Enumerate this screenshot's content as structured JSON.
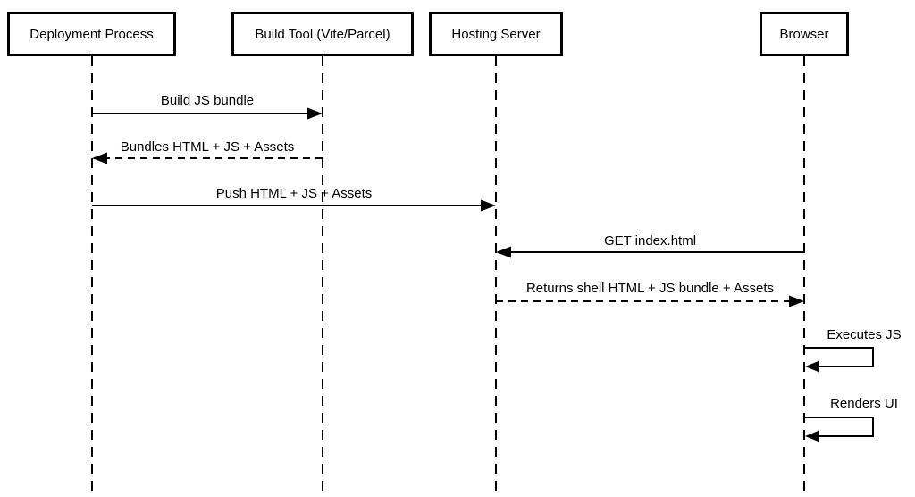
{
  "diagram": {
    "type": "uml-sequence-diagram",
    "background_color": "#ffffff",
    "line_color": "#000000",
    "text_color": "#000000"
  },
  "participants": [
    {
      "label": "Deployment Process"
    },
    {
      "label": "Build Tool (Vite/Parcel)"
    },
    {
      "label": "Hosting Server"
    },
    {
      "label": "Browser"
    }
  ],
  "messages": [
    {
      "label": "Build JS bundle",
      "from": "Deployment Process",
      "to": "Build Tool (Vite/Parcel)",
      "line": "solid"
    },
    {
      "label": "Bundles HTML + JS + Assets",
      "from": "Build Tool (Vite/Parcel)",
      "to": "Deployment Process",
      "line": "dashed"
    },
    {
      "label": "Push HTML + JS + Assets",
      "from": "Deployment Process",
      "to": "Hosting Server",
      "line": "solid"
    },
    {
      "label": "GET index.html",
      "from": "Browser",
      "to": "Hosting Server",
      "line": "solid"
    },
    {
      "label": "Returns shell HTML + JS bundle + Assets",
      "from": "Hosting Server",
      "to": "Browser",
      "line": "dashed"
    },
    {
      "label": "Executes JS",
      "from": "Browser",
      "to": "Browser",
      "line": "self"
    },
    {
      "label": "Renders UI",
      "from": "Browser",
      "to": "Browser",
      "line": "self"
    }
  ]
}
